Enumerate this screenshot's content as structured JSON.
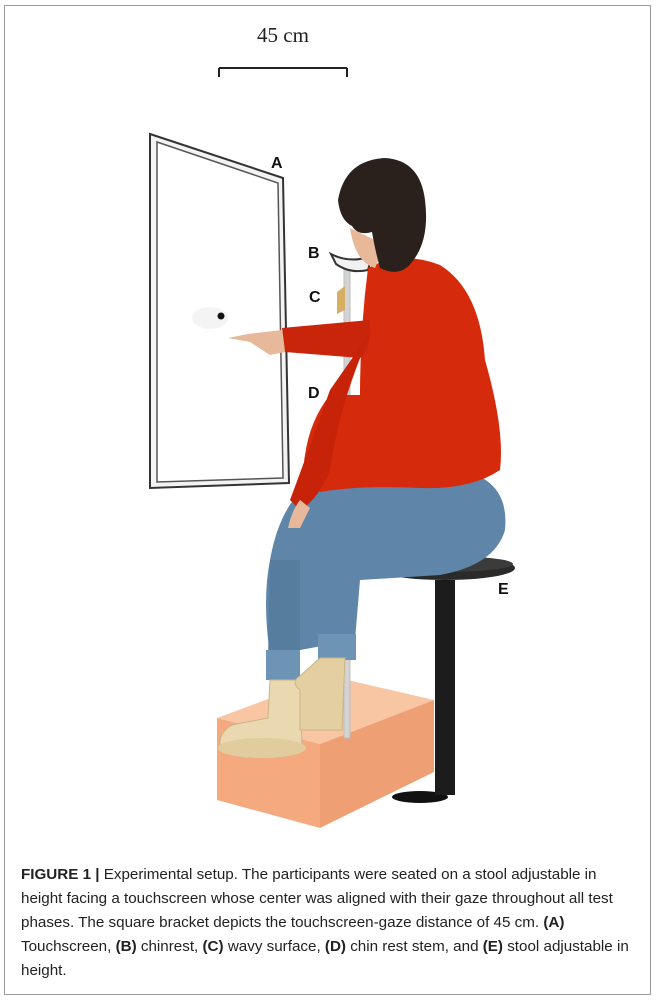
{
  "figure": {
    "scale_label": "45 cm",
    "labels": {
      "A": "A",
      "B": "B",
      "C": "C",
      "D": "D",
      "E": "E"
    },
    "caption": {
      "heading": "FIGURE 1 |",
      "intro": " Experimental setup. The participants were seated on a stool adjustable in height facing a touchscreen whose center was aligned with their gaze throughout all test phases. The square bracket depicts the touchscreen-gaze distance of 45 cm. ",
      "parts": [
        {
          "tag": "(A)",
          "text": " Touchscreen, "
        },
        {
          "tag": "(B)",
          "text": " chinrest, "
        },
        {
          "tag": "(C)",
          "text": " wavy surface, "
        },
        {
          "tag": "(D)",
          "text": " chin rest stem, and "
        },
        {
          "tag": "(E)",
          "text": " stool adjustable in height."
        }
      ]
    }
  },
  "colors": {
    "shirt": "#d62a0c",
    "jeans": "#5f86a8",
    "boots": "#ead9b0",
    "box": "#f6b48c",
    "stool": "#1c1c1c",
    "hair": "#2a211d",
    "skin": "#e8b89a",
    "pole": "#d3d3d3",
    "wavy_surface": "#d7ae62"
  }
}
